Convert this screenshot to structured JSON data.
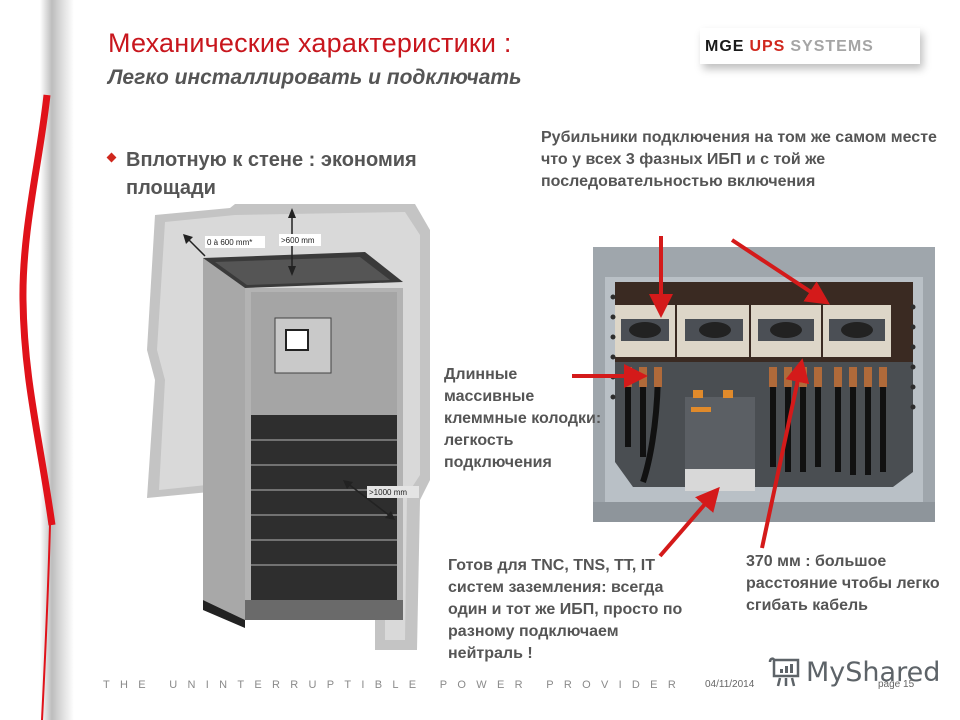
{
  "header": {
    "title": "Механические характеристики :",
    "subtitle": "Легко инсталлировать и подключать",
    "logo": {
      "part1": "MGE",
      "part2": "UPS",
      "part3": "SYSTEMS"
    }
  },
  "bullet": {
    "text": "Вплотную к стене : экономия площади"
  },
  "illustration": {
    "label_side": "0 à 600 mm*",
    "label_top": ">600 mm",
    "label_front": ">1000 mm"
  },
  "callouts": {
    "switches": "Рубильники подключения на том же самом месте что у всех 3 фазных ИБП и с той же последовательностью включения",
    "terminals": "Длинные массивные клеммные колодки: легкость подключения",
    "grounding": "Готов для TNC, TNS, TT, IT систем заземления: всегда один и тот же ИБП, просто по разному подключаем нейтраль !",
    "distance": "370 мм : большое расстояние чтобы легко сгибать кабель"
  },
  "footer": {
    "tagline": "THE UNINTERRUPTIBLE POWER PROVIDER",
    "date": "04/11/2014",
    "page": "page 15",
    "watermark": "MyShared"
  },
  "colors": {
    "accent_red": "#c8161d",
    "text_gray": "#555555"
  }
}
